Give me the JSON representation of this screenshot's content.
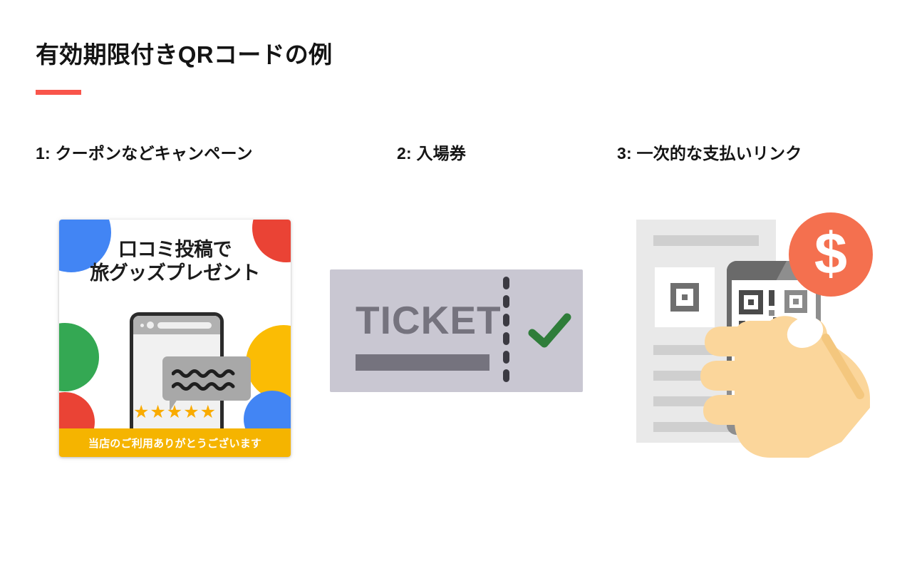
{
  "header": {
    "title": "有効期限付きQRコードの例",
    "accent_color": "#f9554b"
  },
  "columns": [
    {
      "id": "campaign",
      "label": "1: クーポンなどキャンペーン",
      "illustration": {
        "type": "coupon-card",
        "headline_line1": "口コミ投稿で",
        "headline_line2": "旅グッズプレゼント",
        "banner_text": "当店のご利用ありがとうございます",
        "banner_color": "#f5b400",
        "stars": "★★★★★",
        "star_count": 5,
        "star_color": "#f9ab00",
        "blob_colors": [
          "#4285f4",
          "#ea4335",
          "#34a853",
          "#fbbc04",
          "#ea4335",
          "#4285f4"
        ],
        "icons": [
          "phone-icon",
          "speech-bubble-icon",
          "star-icon"
        ]
      }
    },
    {
      "id": "ticket",
      "label": "2: 入場券",
      "illustration": {
        "type": "ticket",
        "ticket_word": "TICKET",
        "background_color": "#c9c7d2",
        "text_color": "#75737e",
        "check_color": "#2f7d3a",
        "perforation_color": "#3b3a42",
        "icons": [
          "ticket-icon",
          "check-icon",
          "perforation-icon"
        ]
      }
    },
    {
      "id": "payment",
      "label": "3: 一次的な支払いリンク",
      "illustration": {
        "type": "payment-link",
        "currency_symbol": "$",
        "currency_circle_color": "#f4704f",
        "document_color": "#e9e9e9",
        "phone_color": "#7f7f7f",
        "hand_color": "#fbd69b",
        "icons": [
          "document-icon",
          "qr-code-icon",
          "phone-icon",
          "hand-icon",
          "dollar-icon"
        ]
      }
    }
  ]
}
